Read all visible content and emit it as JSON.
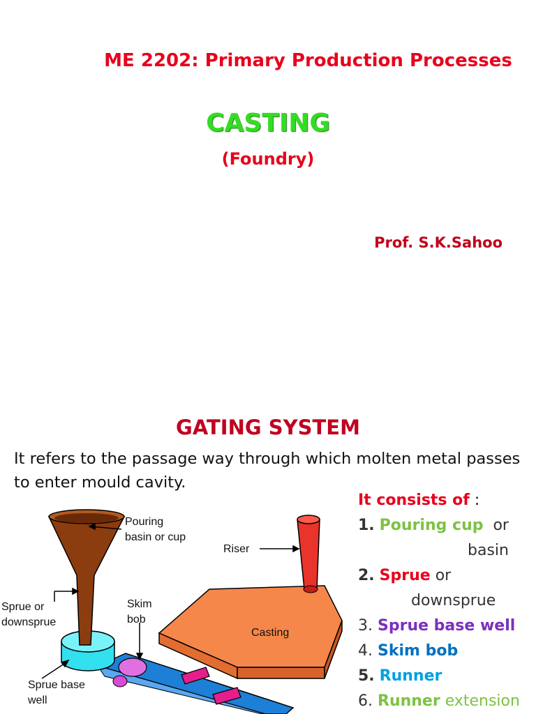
{
  "slide1": {
    "course_title": "ME 2202: Primary Production Processes",
    "main_title": "CASTING",
    "subtitle": "(Foundry)",
    "author": "Prof. S.K.Sahoo"
  },
  "slide2": {
    "title": "GATING SYSTEM",
    "description": "It refers to the passage way through which molten metal passes to enter mould cavity.",
    "consists_heading": "It consists of",
    "consists_colon": " :",
    "items": [
      {
        "num": "1.",
        "term": "Pouring cup",
        "rest": "  or",
        "cont": "basin",
        "term_color": "#7dc242"
      },
      {
        "num": "2.",
        "term": "Sprue",
        "rest": " or",
        "cont": "downsprue",
        "term_color": "#e8001c"
      },
      {
        "num": "3.",
        "term": "Sprue base well",
        "rest": "",
        "cont": "",
        "term_color": "#7b2fbe"
      },
      {
        "num": "4.",
        "term": "Skim bob",
        "rest": "",
        "cont": "",
        "term_color": "#0070c0"
      },
      {
        "num": "5.",
        "term": "Runner",
        "rest": "",
        "cont": "",
        "term_color": "#00a0e0"
      },
      {
        "num": "6.",
        "term": "Runner",
        "rest": " extension",
        "cont": "",
        "term_color": "#7dc242"
      }
    ],
    "diagram_labels": {
      "pouring": [
        "Pouring",
        "basin or cup"
      ],
      "riser": "Riser",
      "sprue": [
        "Sprue or",
        "downsprue"
      ],
      "skim": [
        "Skim",
        "bob"
      ],
      "casting": "Casting",
      "sprue_base": [
        "Sprue base",
        "well"
      ]
    }
  }
}
